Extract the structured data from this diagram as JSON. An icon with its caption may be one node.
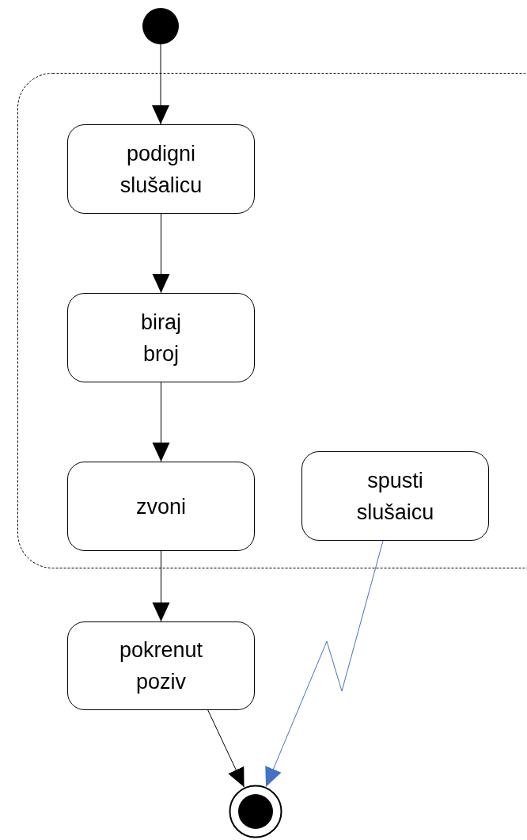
{
  "diagram": {
    "nodes": [
      {
        "text": [],
        "shape": "circle"
      },
      {
        "text": [],
        "shape": "box"
      },
      {
        "text": [
          "podigni slušalicu"
        ],
        "in": 1
      },
      {
        "text": [
          "biraj broj"
        ],
        "in": 1
      },
      {
        "text": [
          "zvoni"
        ],
        "in": 1
      },
      {
        "text": [
          "spusti slušaicu"
        ],
        "in": 1
      },
      {
        "text": [
          "pokrenut poziv"
        ]
      },
      {
        "text": [],
        "shape": "circle"
      }
    ],
    "edges": [
      {
        "from": 0,
        "to": 2,
        "arrow": "to"
      },
      {
        "from": 2,
        "to": 3,
        "arrow": "to"
      },
      {
        "from": 3,
        "to": 4,
        "arrow": "to"
      },
      {
        "from": 4,
        "to": 6,
        "arrow": "to"
      },
      {
        "from": 6,
        "to": 7,
        "arrow": "to"
      },
      {
        "from": 5,
        "to": 7,
        "arrow": "to",
        "color": "#4472c4"
      }
    ]
  }
}
